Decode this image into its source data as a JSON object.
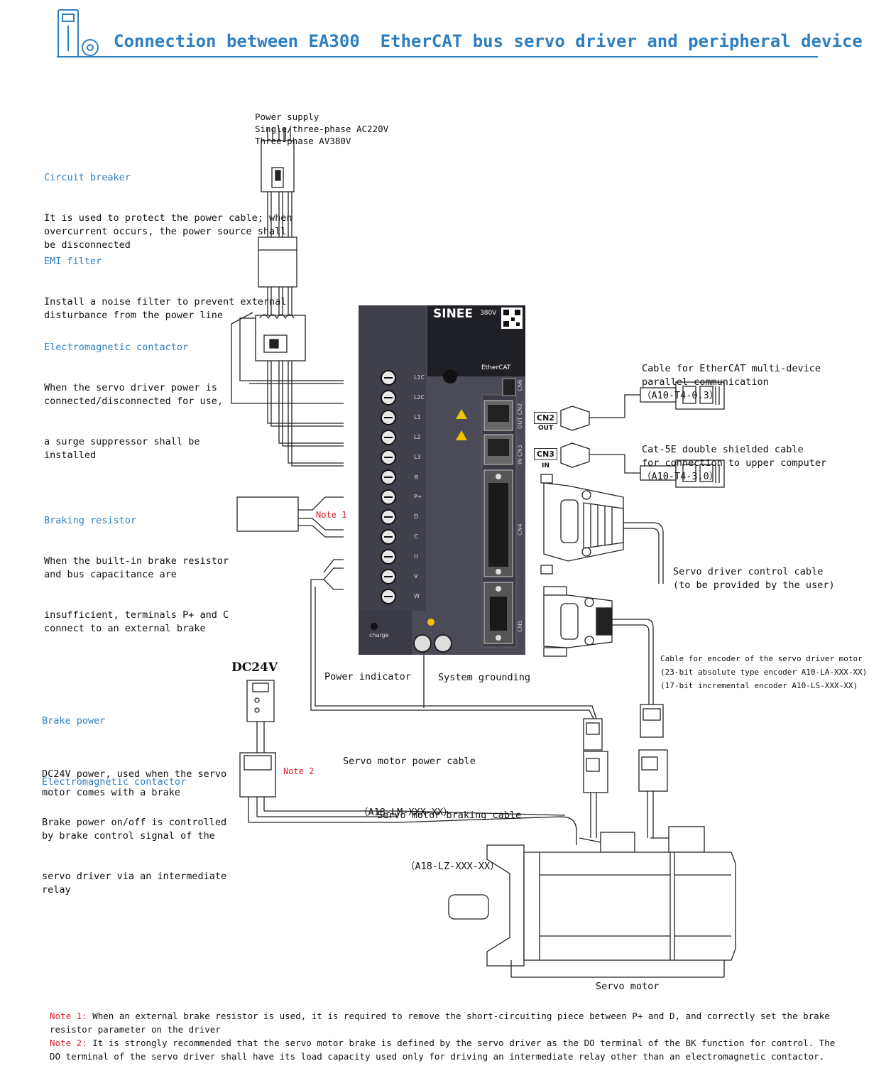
{
  "title": "Connection between EA300  EtherCAT bus servo driver and peripheral device",
  "colors": {
    "accent": "#2e7fbf",
    "note": "#d9232a",
    "driver_body": "#4a4b57",
    "driver_top": "#1f2026"
  },
  "power_supply": {
    "lines": [
      "Power supply",
      "Single/three-phase AC220V",
      "Three-phase AV380V"
    ]
  },
  "circuit_breaker": {
    "heading": "Circuit breaker",
    "lines": [
      "It is used to protect the power cable; when",
      "overcurrent occurs, the power source shall",
      "be disconnected"
    ]
  },
  "emi_filter": {
    "heading": "EMI filter",
    "lines": [
      "Install a noise filter to prevent external",
      "disturbance from the power line"
    ]
  },
  "contactor_main": {
    "heading": "Electromagnetic contactor",
    "lines": [
      "When the servo driver power is",
      "connected/disconnected for use,",
      "a surge suppressor shall be",
      "installed"
    ]
  },
  "braking_resistor": {
    "heading": "Braking resistor",
    "lines": [
      "When the built-in brake resistor",
      "and bus capacitance are",
      "insufficient, terminals P+ and C",
      "connect to an external brake"
    ],
    "note_tag": "Note 1"
  },
  "dc24v": "DC24V",
  "brake_power": {
    "heading": "Brake power",
    "lines": [
      "DC24V power, used when the servo",
      "motor comes with a brake"
    ]
  },
  "contactor_brake": {
    "heading": "Electromagnetic contactor",
    "lines": [
      "Brake power on/off is controlled",
      "by brake control signal of the",
      "servo driver via an intermediate",
      "relay"
    ],
    "note_tag": "Note 2"
  },
  "driver": {
    "brand": "SINEE",
    "voltage": "380V",
    "bus_logo": "EtherCAT",
    "terminals": [
      "L1C",
      "L2C",
      "L1",
      "L2",
      "L3",
      "⊖",
      "P+",
      "D",
      "C",
      "U",
      "V",
      "W"
    ],
    "ports": [
      "CN6",
      "OUT CN2",
      "IN CN3",
      "CN4",
      "CN5"
    ],
    "charge_label": "charge"
  },
  "cn2": {
    "label": "CN2",
    "sub": "OUT"
  },
  "cn3": {
    "label": "CN3",
    "sub": "IN"
  },
  "ethercat_cable": {
    "lines": [
      "Cable for EtherCAT multi-device",
      "parallel communication",
      "（A10-T4-0.3）"
    ]
  },
  "cat5e_cable": {
    "lines": [
      "Cat-5E double shielded cable",
      "for connection to upper computer",
      "（A10-T4-3.0）"
    ]
  },
  "control_cable": {
    "lines": [
      "Servo driver control cable",
      "(to be provided by the user)"
    ]
  },
  "encoder_cable": {
    "lines": [
      "Cable for encoder of the servo driver motor",
      "(23-bit absolute type encoder A10-LA-XXX-XX)",
      "(17-bit incremental encoder A10-LS-XXX-XX)"
    ]
  },
  "power_indicator": "Power indicator",
  "system_grounding": "System grounding",
  "motor_power_cable": {
    "lines": [
      "Servo motor power cable",
      "（A18-LM-XXX-XX）"
    ]
  },
  "motor_braking_cable": {
    "lines": [
      "Servo motor braking cable",
      "（A18-LZ-XXX-XX）"
    ]
  },
  "servo_motor": "Servo motor",
  "notes": [
    {
      "tag": "Note 1:",
      "text": " When an external brake resistor is used, it is required to remove the short-circuiting piece between P+ and D, and correctly set the brake resistor parameter on the driver"
    },
    {
      "tag": "Note 2:",
      "text": " It is strongly recommended that the servo motor brake is defined by the servo driver as the DO terminal of the BK function for control. The DO terminal of the servo driver shall have its load capacity used only for driving an intermediate relay other than an electromagnetic contactor."
    }
  ]
}
